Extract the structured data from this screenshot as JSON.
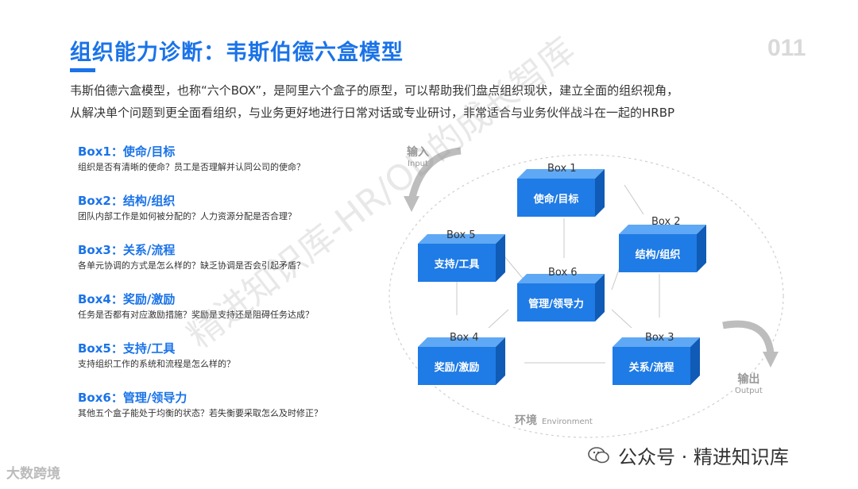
{
  "header": {
    "title": "组织能力诊断：韦斯伯德六盒模型",
    "page_number": "011"
  },
  "intro": {
    "line1": "韦斯伯德六盒模型，也称“六个BOX”，是阿里六个盒子的原型，可以帮助我们盘点组织现状，建立全面的组织视角，",
    "line2": "从解决单个问题到更全面看组织，与业务更好地进行日常对话或专业研讨，非常适合与业务伙伴战斗在一起的HRBP"
  },
  "boxes": [
    {
      "title": "Box1：使命/目标",
      "desc": "组织是否有清晰的使命？员工是否理解并认同公司的使命？"
    },
    {
      "title": "Box2：结构/组织",
      "desc": "团队内部工作是如何被分配的？人力资源分配是否合理？"
    },
    {
      "title": "Box3：关系/流程",
      "desc": "各单元协调的方式是怎么样的？缺乏协调是否会引起矛盾？"
    },
    {
      "title": "Box4：奖励/激励",
      "desc": "任务是否都有对应激励措施？奖励是支持还是阻碍任务达成？"
    },
    {
      "title": "Box5：支持/工具",
      "desc": "支持组织工作的系统和流程是怎么样的？"
    },
    {
      "title": "Box6：管理/领导力",
      "desc": "其他五个盒子能处于均衡的状态？若失衡要采取怎么及时修正？"
    }
  ],
  "diagram": {
    "input_cn": "输入",
    "input_en": "Input",
    "output_cn": "输出",
    "output_en": "Output",
    "env_cn": "环境",
    "env_en": "Environment",
    "cubes": [
      {
        "label": "Box 1",
        "text": "使命/目标"
      },
      {
        "label": "Box 2",
        "text": "结构/组织"
      },
      {
        "label": "Box 3",
        "text": "关系/流程"
      },
      {
        "label": "Box 4",
        "text": "奖励/激励"
      },
      {
        "label": "Box 5",
        "text": "支持/工具"
      },
      {
        "label": "Box 6",
        "text": "管理/领导力"
      }
    ]
  },
  "watermark": "精进知识库-HR/OD的成长智库",
  "footer": {
    "brand": "公众号 · 精进知识库",
    "corner": "大数跨境"
  },
  "colors": {
    "accent": "#1a73e8",
    "cube_front": "#1f7be5",
    "cube_top": "#5fa8f5",
    "cube_side": "#0f5bb5"
  }
}
